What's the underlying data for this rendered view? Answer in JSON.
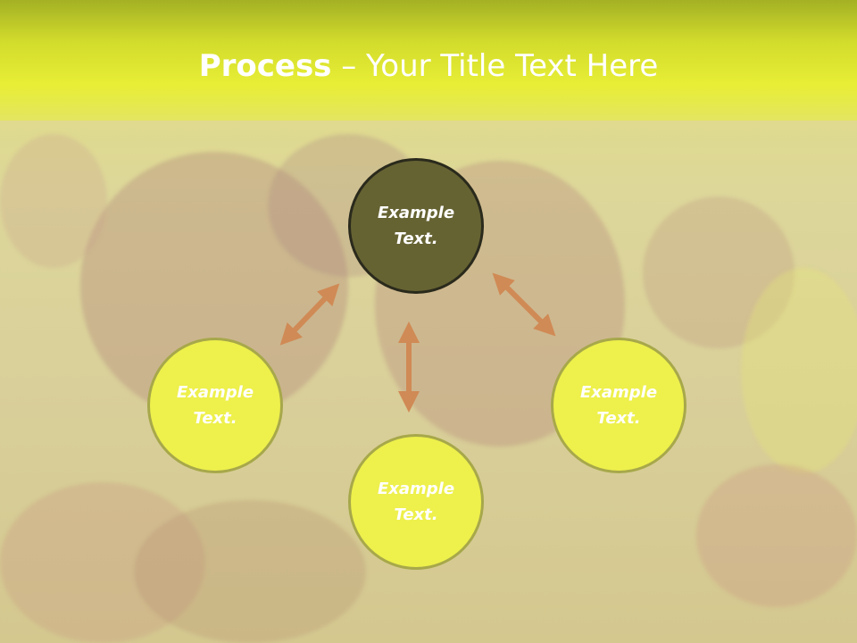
{
  "slide": {
    "title_bold": "Process",
    "title_rest": " – Your Title Text Here"
  },
  "diagram": {
    "nodes": {
      "top": "Example\nText.",
      "left": "Example\nText.",
      "bottom": "Example\nText.",
      "right": "Example\nText."
    }
  },
  "colors": {
    "header": "#e8ee35",
    "dark_node": "#666333",
    "light_node": "#eef04c",
    "arrow": "#d08a55"
  }
}
